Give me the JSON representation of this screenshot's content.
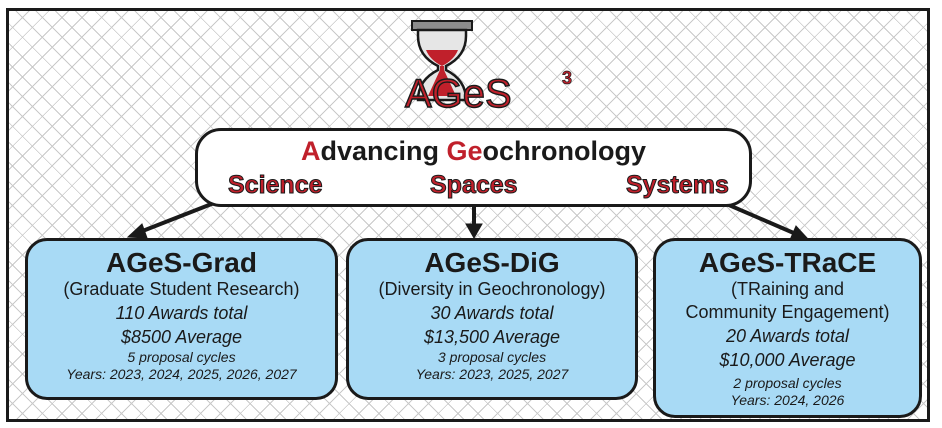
{
  "logo": {
    "text": "AGeS",
    "superscript": "3"
  },
  "header": {
    "title_prefix_hl": "A",
    "title_part1": "dvancing ",
    "title_part2_hl": "Ge",
    "title_part3": "ochronology",
    "pillars": [
      "Science",
      "Spaces",
      "Systems"
    ]
  },
  "programs": [
    {
      "name": "AGeS-Grad",
      "subtitle": "(Graduate Student Research)",
      "awards": "110 Awards total",
      "average": "$8500 Average",
      "cycles": "5 proposal cycles",
      "years": "Years: 2023, 2024, 2025, 2026, 2027"
    },
    {
      "name": "AGeS-DiG",
      "subtitle": "(Diversity in Geochronology)",
      "awards": "30 Awards total",
      "average": "$13,500 Average",
      "cycles": "3 proposal cycles",
      "years": "Years: 2023, 2025, 2027"
    },
    {
      "name": "AGeS-TRaCE",
      "subtitle_line1": "(TRaining and",
      "subtitle_line2": "Community Engagement)",
      "awards": "20 Awards total",
      "average": "$10,000 Average",
      "cycles": "2 proposal cycles",
      "years": "Years: 2024, 2026"
    }
  ],
  "colors": {
    "accent_red": "#c0202b",
    "card_fill": "#a8daf5",
    "outline": "#1a1a1a"
  }
}
